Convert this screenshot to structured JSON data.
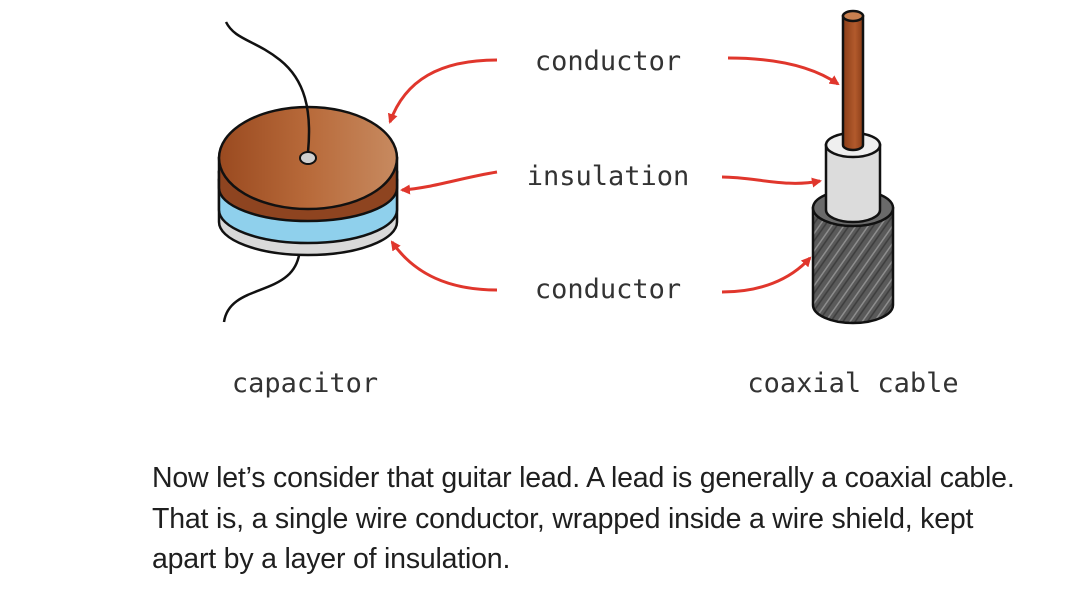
{
  "diagram": {
    "labels": {
      "conductor_top": "conductor",
      "insulation": "insulation",
      "conductor_bottom": "conductor"
    },
    "captions": {
      "capacitor": "capacitor",
      "coaxial_cable": "coaxial cable"
    },
    "colors": {
      "copper": "#a65227",
      "insulation_blue": "#8fd0ec",
      "insulation_white": "#dcdcdc",
      "shield": "#555555",
      "arrow": "#e0362c"
    }
  },
  "body": {
    "paragraph": "Now let’s consider that guitar lead. A lead is generally a coaxial cable. That is, a single wire conductor, wrapped inside a wire shield, kept apart by a layer of insulation."
  }
}
